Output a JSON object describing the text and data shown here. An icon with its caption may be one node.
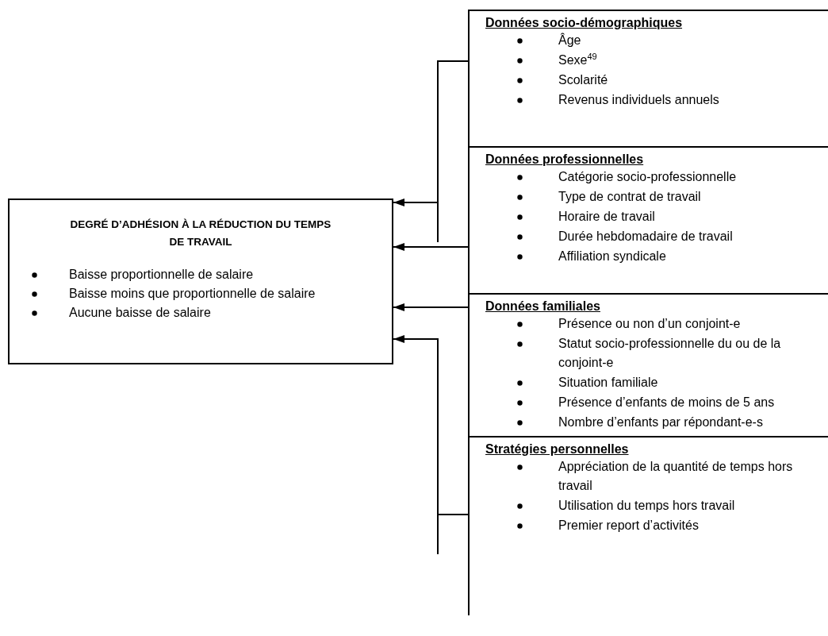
{
  "diagram": {
    "nodes": [
      {
        "text": [
          "DEGRÉ D’ADHÉSION À LA RÉDUCTION DU TEMPS DE TRAVAIL",
          "Baisse proportionnelle de salaire",
          "Baisse moins que proportionnelle de salaire",
          "Aucune baisse de salaire"
        ]
      },
      {
        "text": [
          "Données socio-démographiques",
          "Âge",
          "Sexe$^{49}$",
          "Scolarité",
          "Revenus individuels annuels"
        ]
      },
      {
        "text": [
          "Données professionnelles",
          "Catégorie socio-professionnelle",
          "Type de contrat de travail",
          "Horaire de travail",
          "Durée hebdomadaire de travail",
          "Affiliation syndicale"
        ]
      },
      {
        "text": [
          "Données familiales",
          "Présence ou non d’un conjoint-e",
          "Statut socio-professionnelle du ou de la conjoint-e",
          "Situation familiale",
          "Présence d’enfants de moins de 5 ans",
          "Nombre d’enfants par répondant-e-s"
        ]
      },
      {
        "text": [
          "Stratégies personnelles",
          "Appréciation de la quantité de temps hors travail",
          "Utilisation du temps hors travail",
          "Premier report d’activités"
        ]
      }
    ],
    "edges": [
      {
        "from": 1,
        "to": 0,
        "arrow": "to"
      },
      {
        "from": 2,
        "to": 0,
        "arrow": "to"
      },
      {
        "from": 3,
        "to": 0,
        "arrow": "to"
      },
      {
        "from": 4,
        "to": 0,
        "arrow": "to"
      }
    ]
  }
}
